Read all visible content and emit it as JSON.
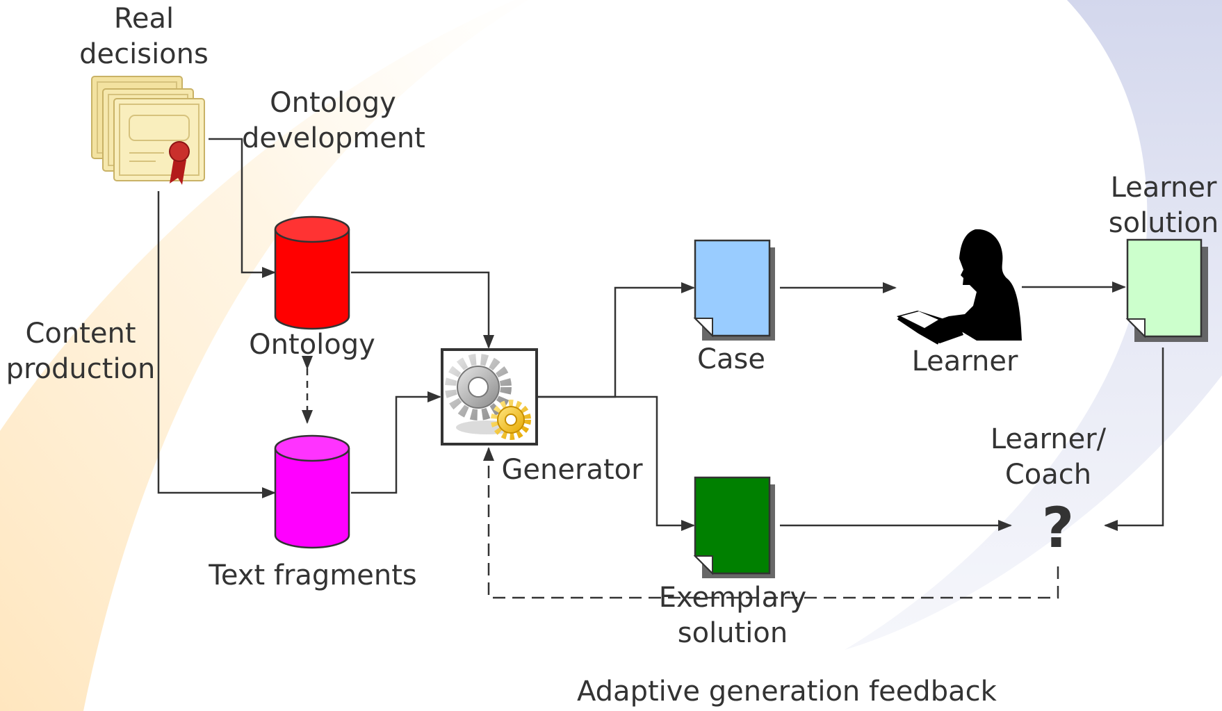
{
  "nodes": {
    "real_decisions": "Real\ndecisions",
    "ontology_development": "Ontology\ndevelopment",
    "content_production": "Content\nproduction",
    "ontology": "Ontology",
    "text_fragments": "Text fragments",
    "generator": "Generator",
    "case": "Case",
    "learner": "Learner",
    "learner_solution": "Learner\nsolution",
    "learner_coach": "Learner/\nCoach",
    "question_mark": "?",
    "exemplary_solution": "Exemplary\nsolution",
    "adaptive_feedback": "Adaptive generation feedback"
  },
  "icons": {
    "certificates": "certificate-stack-icon",
    "ontology_db": "database-cylinder-icon",
    "fragments_db": "database-cylinder-icon",
    "generator": "gears-icon",
    "case_doc": "document-icon",
    "learner": "reading-person-icon",
    "learner_solution_doc": "document-icon",
    "exemplary_doc": "document-icon"
  },
  "colors": {
    "ontology": "#ff0000",
    "text_fragments": "#ff00ff",
    "case": "#99ccff",
    "learner_solution": "#ccffcc",
    "exemplary_solution": "#008000",
    "line": "#333333"
  }
}
